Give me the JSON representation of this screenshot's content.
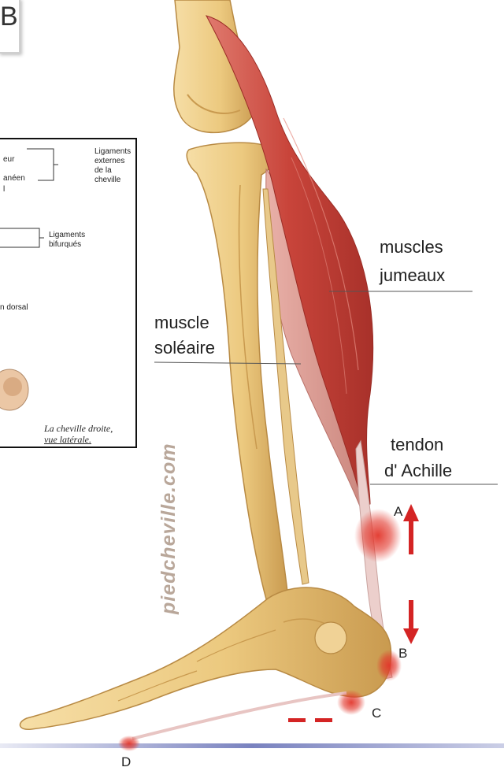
{
  "corner_box": {
    "text": "B"
  },
  "inset": {
    "texts": {
      "ligaments_externes_1": "Ligaments",
      "ligaments_externes_2": "externes",
      "ligaments_externes_3": "de la",
      "ligaments_externes_4": "cheville",
      "frag_eur": "eur",
      "frag_aneen": "anéen",
      "frag_l": "l",
      "ligaments_bifurques_1": "Ligaments",
      "ligaments_bifurques_2": "bifurqués",
      "frag_dorsal": "n dorsal"
    },
    "caption": {
      "line1": "La cheville droite,",
      "line2": "vue latérale."
    }
  },
  "labels": {
    "muscles_jumeaux_1": "muscles",
    "muscles_jumeaux_2": "jumeaux",
    "muscle_soleaire_1": "muscle",
    "muscle_soleaire_2": "soléaire",
    "tendon_1": "tendon",
    "tendon_2": "d' Achille"
  },
  "points": {
    "a": "A",
    "b": "B",
    "c": "C",
    "d": "D"
  },
  "watermark": "piedcheville.com",
  "colors": {
    "bone": "#efcf8c",
    "bone_shadow": "#c79a52",
    "muscle": "#c9463e",
    "tendon": "#eccfcc",
    "marker": "#e2362b",
    "arrow": "#d42424",
    "ground": "#6a74b8"
  }
}
